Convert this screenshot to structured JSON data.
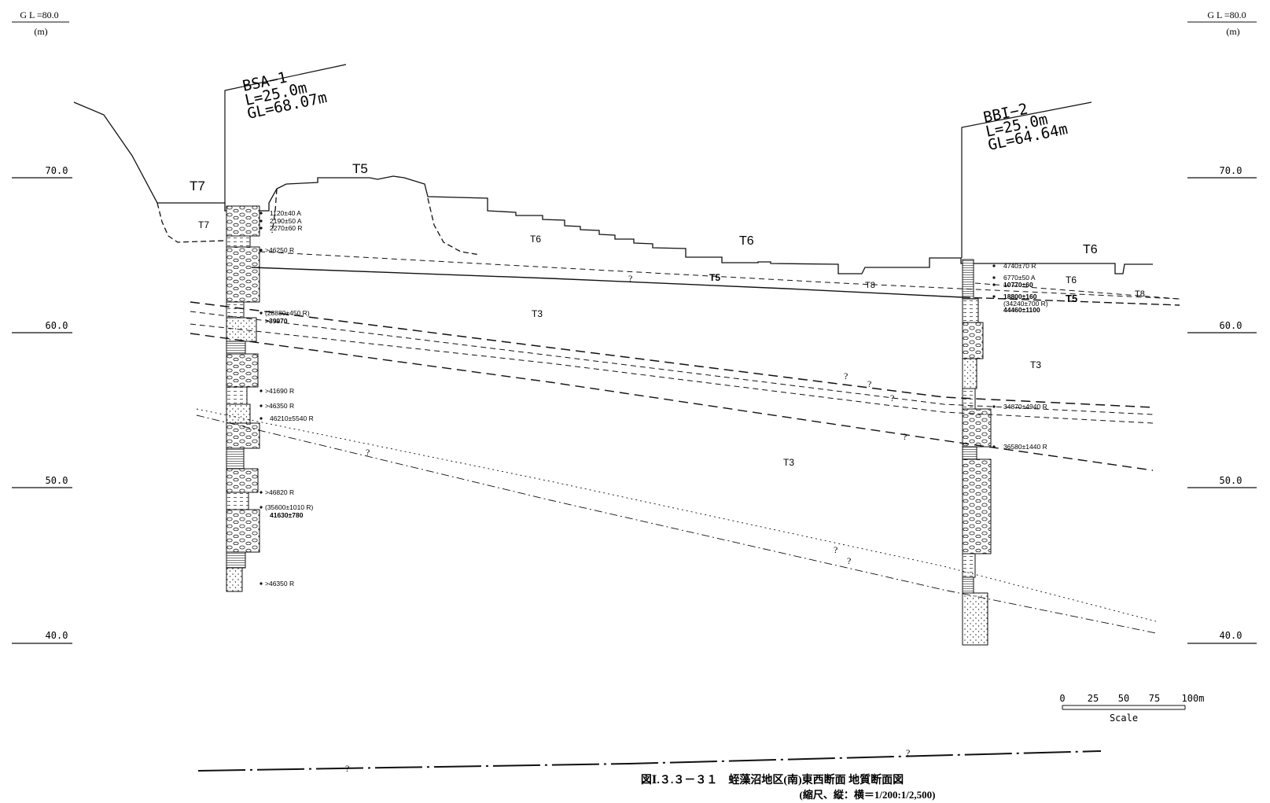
{
  "figure": {
    "caption": "図Ⅰ.３.３－３１　蛭藻沼地区(南)東西断面 地質断面図",
    "caption_sub": "(縮尺、縦：横＝1/200:1/2,500)"
  },
  "axis": {
    "gl_label": "G L =80.0",
    "unit": "(m)",
    "levels": [
      "70.0",
      "60.0",
      "50.0",
      "40.0"
    ]
  },
  "boreholes": [
    {
      "name": "BSA−1",
      "length": "L=25.0m",
      "gl": "GL=68.07m",
      "dates": [
        "1120±40 A",
        "2190±50 A",
        "2270±60 R",
        ">46250 R",
        "(28880±450 R)",
        ">39970",
        ">41690 R",
        ">46350 R",
        "46210±5540 R",
        ">46820 R",
        "(35600±1010 R)",
        "41630±780",
        ">46350 R"
      ]
    },
    {
      "name": "BBI−2",
      "length": "L=25.0m",
      "gl": "GL=64.64m",
      "dates": [
        "4740±70 R",
        "6770±50 A",
        "10770±60",
        "18800±160",
        "(34240±700 R)",
        "44460±1100",
        "34870±4940 R",
        "36580±1440 R"
      ]
    }
  ],
  "units": {
    "t7_top": "T7",
    "t7_in": "T7",
    "t5_top": "T5",
    "t6_a": "T6",
    "t6_b": "T6",
    "t6_c": "T6",
    "t6_d": "T6",
    "t5_a": "T5",
    "t5_b": "T5",
    "t8_a": "T8",
    "t8_b": "T8",
    "t3_a": "T3",
    "t3_b": "T3",
    "t3_c": "T3",
    "query": "?"
  },
  "scale": {
    "ticks": [
      "0",
      "25",
      "50",
      "75",
      "100m"
    ],
    "label": "Scale"
  }
}
